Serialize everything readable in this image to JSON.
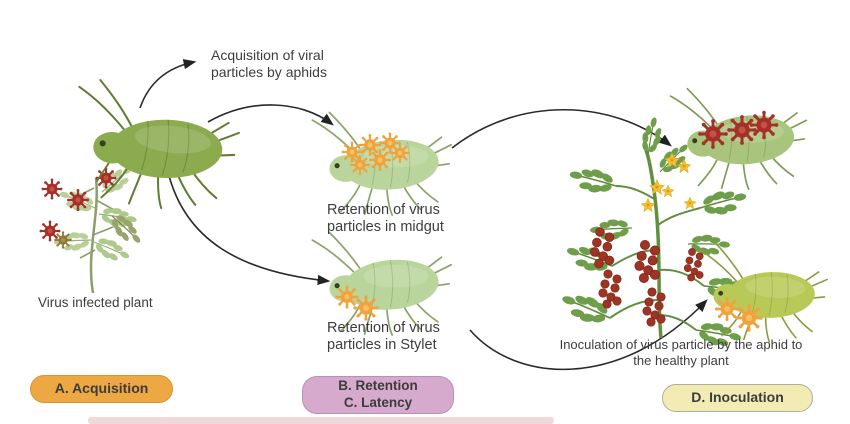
{
  "diagram": {
    "background": "#ffffff",
    "annotations": {
      "acquisition_note": "Acquisition of viral particles by aphids",
      "infected_plant_caption": "Virus infected plant",
      "retention_midgut_caption": "Retention of virus particles in midgut",
      "retention_stylet_caption": "Retention of virus particles in Stylet",
      "inoculation_note": "Inoculation of virus particle by the aphid to the healthy plant"
    },
    "stage_badges": {
      "acquisition": {
        "label": "A. Acquisition",
        "bg": "#eda843",
        "border": "#d6952f"
      },
      "retention_latency": {
        "line1": "B. Retention",
        "line2": "C. Latency",
        "bg": "#d5aacd",
        "border": "#bb8fb3"
      },
      "inoculation": {
        "label": "D. Inoculation",
        "bg": "#f2ecb4",
        "border": "#aeae9c"
      }
    },
    "icons": {
      "virus-red-icon": "#a5302a",
      "virus-orange-icon": "#f0a23c",
      "aphid-green": "#8cab4f",
      "aphid-pale-green": "#b9d59b",
      "aphid-yellow-green": "#b9c957",
      "plant-green": "#6f9e4a",
      "flower-yellow": "#f2c12e",
      "berry-red": "#9e3524",
      "arrow-black": "#2a2a2a"
    }
  }
}
